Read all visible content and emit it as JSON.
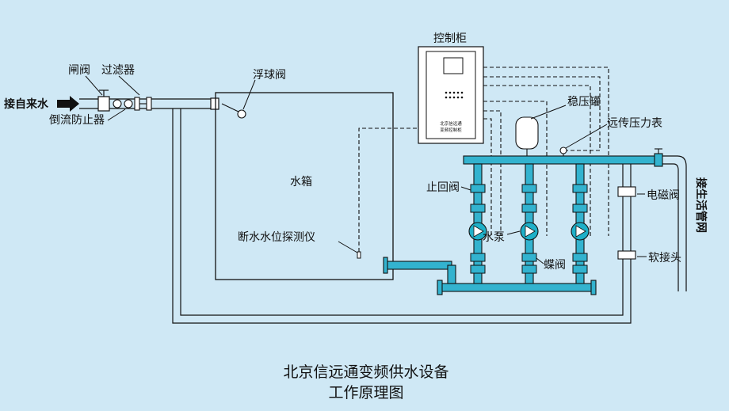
{
  "labels": {
    "inlet": "接自来水",
    "gate_valve": "闸阀",
    "filter": "过滤器",
    "backflow_preventer": "倒流防止器",
    "float_valve": "浮球阀",
    "control_cabinet": "控制柜",
    "cabinet_line1": "北京信远通",
    "cabinet_line2": "变频控制柜",
    "pressure_tank": "稳压罐",
    "remote_gauge": "远传压力表",
    "tank": "水箱",
    "check_valve": "止回阀",
    "solenoid_valve": "电磁阀",
    "pump": "水泵",
    "low_level_probe": "断水水位探测仪",
    "butterfly_valve": "蝶阀",
    "flex_joint": "软接头",
    "outlet": "接生活管网"
  },
  "title": {
    "line1": "北京信远通变频供水设备",
    "line2": "工作原理图"
  },
  "colors": {
    "background": "#cfe8f5",
    "pipe_fill": "#33b3cf",
    "pump_fill": "#1fb0c8"
  }
}
